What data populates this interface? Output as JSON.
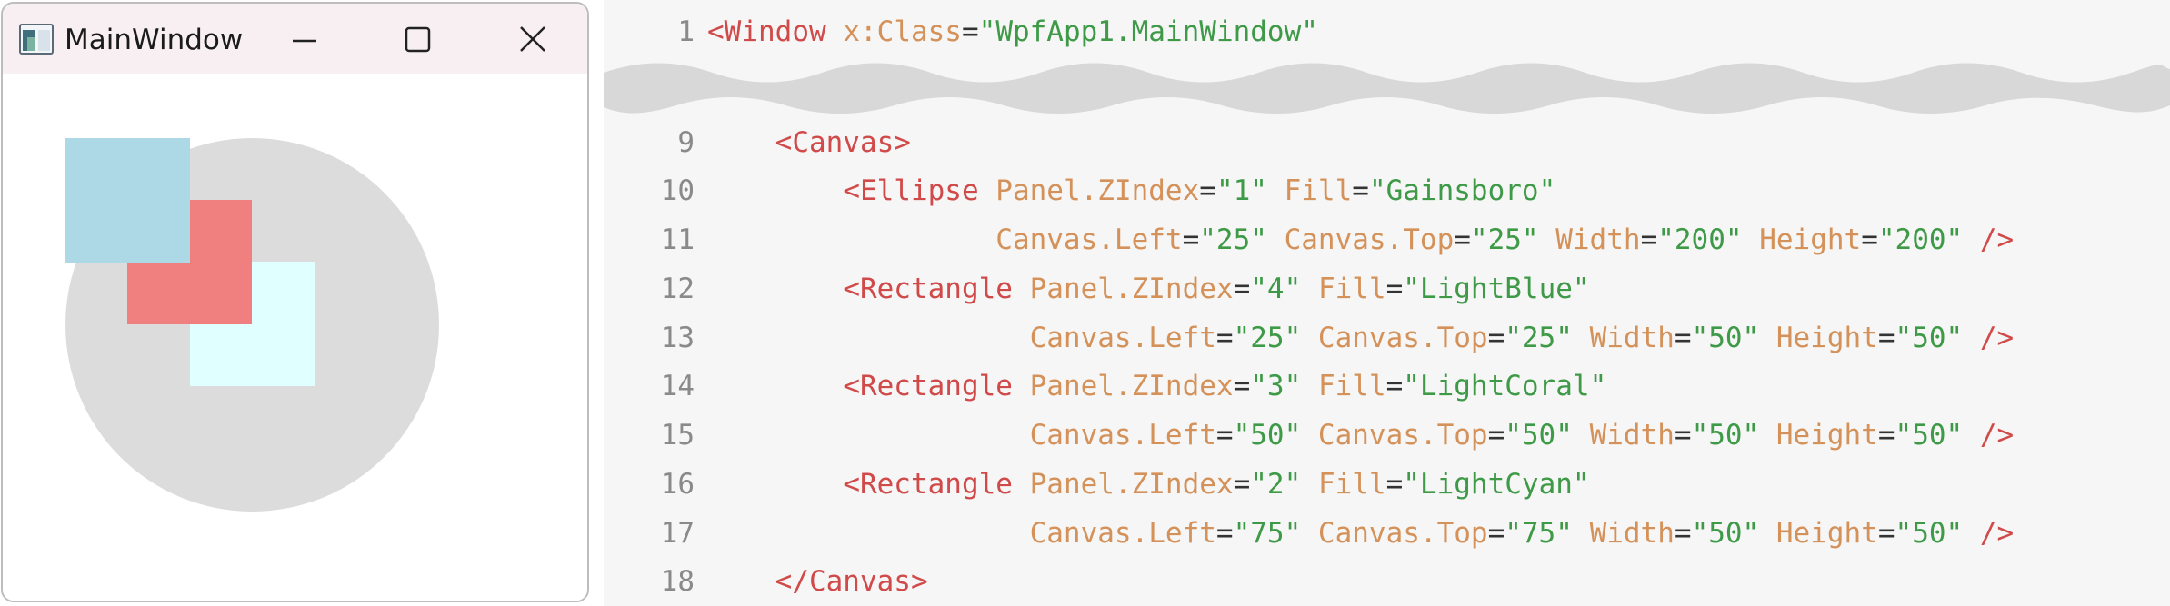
{
  "window": {
    "title": "MainWindow",
    "icon": "wpf-app-icon",
    "controls": {
      "minimize": "minimize-icon",
      "maximize": "maximize-icon",
      "close": "close-icon"
    }
  },
  "canvas": {
    "shapes": [
      {
        "kind": "ellipse",
        "fill": "#DCDCDC",
        "fill_name": "Gainsboro",
        "z_index": 1
      },
      {
        "kind": "rectangle",
        "fill": "#ADD8E6",
        "fill_name": "LightBlue",
        "z_index": 4
      },
      {
        "kind": "rectangle",
        "fill": "#F08080",
        "fill_name": "LightCoral",
        "z_index": 3
      },
      {
        "kind": "rectangle",
        "fill": "#E0FFFF",
        "fill_name": "LightCyan",
        "z_index": 2
      }
    ]
  },
  "code": {
    "colors": {
      "tag": "#d14a4a",
      "attribute": "#d4925a",
      "value": "#3f9a48",
      "line_number": "#8a8a8a"
    },
    "lines": [
      {
        "n": "1",
        "parts": [
          [
            "tag",
            "<Window"
          ],
          [
            "plain",
            " "
          ],
          [
            "att",
            "x:Class"
          ],
          [
            "eq",
            "="
          ],
          [
            "val",
            "\"WpfApp1.MainWindow\""
          ]
        ]
      },
      {
        "n": "9",
        "parts": [
          [
            "plain",
            "    "
          ],
          [
            "tag",
            "<Canvas>"
          ]
        ]
      },
      {
        "n": "10",
        "parts": [
          [
            "plain",
            "        "
          ],
          [
            "tag",
            "<Ellipse"
          ],
          [
            "plain",
            " "
          ],
          [
            "att",
            "Panel.ZIndex"
          ],
          [
            "eq",
            "="
          ],
          [
            "val",
            "\"1\""
          ],
          [
            "plain",
            " "
          ],
          [
            "att",
            "Fill"
          ],
          [
            "eq",
            "="
          ],
          [
            "val",
            "\"Gainsboro\""
          ]
        ]
      },
      {
        "n": "11",
        "parts": [
          [
            "plain",
            "                 "
          ],
          [
            "att",
            "Canvas.Left"
          ],
          [
            "eq",
            "="
          ],
          [
            "val",
            "\"25\""
          ],
          [
            "plain",
            " "
          ],
          [
            "att",
            "Canvas.Top"
          ],
          [
            "eq",
            "="
          ],
          [
            "val",
            "\"25\""
          ],
          [
            "plain",
            " "
          ],
          [
            "att",
            "Width"
          ],
          [
            "eq",
            "="
          ],
          [
            "val",
            "\"200\""
          ],
          [
            "plain",
            " "
          ],
          [
            "att",
            "Height"
          ],
          [
            "eq",
            "="
          ],
          [
            "val",
            "\"200\""
          ],
          [
            "plain",
            " "
          ],
          [
            "tag",
            "/>"
          ]
        ]
      },
      {
        "n": "12",
        "parts": [
          [
            "plain",
            "        "
          ],
          [
            "tag",
            "<Rectangle"
          ],
          [
            "plain",
            " "
          ],
          [
            "att",
            "Panel.ZIndex"
          ],
          [
            "eq",
            "="
          ],
          [
            "val",
            "\"4\""
          ],
          [
            "plain",
            " "
          ],
          [
            "att",
            "Fill"
          ],
          [
            "eq",
            "="
          ],
          [
            "val",
            "\"LightBlue\""
          ]
        ]
      },
      {
        "n": "13",
        "parts": [
          [
            "plain",
            "                   "
          ],
          [
            "att",
            "Canvas.Left"
          ],
          [
            "eq",
            "="
          ],
          [
            "val",
            "\"25\""
          ],
          [
            "plain",
            " "
          ],
          [
            "att",
            "Canvas.Top"
          ],
          [
            "eq",
            "="
          ],
          [
            "val",
            "\"25\""
          ],
          [
            "plain",
            " "
          ],
          [
            "att",
            "Width"
          ],
          [
            "eq",
            "="
          ],
          [
            "val",
            "\"50\""
          ],
          [
            "plain",
            " "
          ],
          [
            "att",
            "Height"
          ],
          [
            "eq",
            "="
          ],
          [
            "val",
            "\"50\""
          ],
          [
            "plain",
            " "
          ],
          [
            "tag",
            "/>"
          ]
        ]
      },
      {
        "n": "14",
        "parts": [
          [
            "plain",
            "        "
          ],
          [
            "tag",
            "<Rectangle"
          ],
          [
            "plain",
            " "
          ],
          [
            "att",
            "Panel.ZIndex"
          ],
          [
            "eq",
            "="
          ],
          [
            "val",
            "\"3\""
          ],
          [
            "plain",
            " "
          ],
          [
            "att",
            "Fill"
          ],
          [
            "eq",
            "="
          ],
          [
            "val",
            "\"LightCoral\""
          ]
        ]
      },
      {
        "n": "15",
        "parts": [
          [
            "plain",
            "                   "
          ],
          [
            "att",
            "Canvas.Left"
          ],
          [
            "eq",
            "="
          ],
          [
            "val",
            "\"50\""
          ],
          [
            "plain",
            " "
          ],
          [
            "att",
            "Canvas.Top"
          ],
          [
            "eq",
            "="
          ],
          [
            "val",
            "\"50\""
          ],
          [
            "plain",
            " "
          ],
          [
            "att",
            "Width"
          ],
          [
            "eq",
            "="
          ],
          [
            "val",
            "\"50\""
          ],
          [
            "plain",
            " "
          ],
          [
            "att",
            "Height"
          ],
          [
            "eq",
            "="
          ],
          [
            "val",
            "\"50\""
          ],
          [
            "plain",
            " "
          ],
          [
            "tag",
            "/>"
          ]
        ]
      },
      {
        "n": "16",
        "parts": [
          [
            "plain",
            "        "
          ],
          [
            "tag",
            "<Rectangle"
          ],
          [
            "plain",
            " "
          ],
          [
            "att",
            "Panel.ZIndex"
          ],
          [
            "eq",
            "="
          ],
          [
            "val",
            "\"2\""
          ],
          [
            "plain",
            " "
          ],
          [
            "att",
            "Fill"
          ],
          [
            "eq",
            "="
          ],
          [
            "val",
            "\"LightCyan\""
          ]
        ]
      },
      {
        "n": "17",
        "parts": [
          [
            "plain",
            "                   "
          ],
          [
            "att",
            "Canvas.Left"
          ],
          [
            "eq",
            "="
          ],
          [
            "val",
            "\"75\""
          ],
          [
            "plain",
            " "
          ],
          [
            "att",
            "Canvas.Top"
          ],
          [
            "eq",
            "="
          ],
          [
            "val",
            "\"75\""
          ],
          [
            "plain",
            " "
          ],
          [
            "att",
            "Width"
          ],
          [
            "eq",
            "="
          ],
          [
            "val",
            "\"50\""
          ],
          [
            "plain",
            " "
          ],
          [
            "att",
            "Height"
          ],
          [
            "eq",
            "="
          ],
          [
            "val",
            "\"50\""
          ],
          [
            "plain",
            " "
          ],
          [
            "tag",
            "/>"
          ]
        ]
      },
      {
        "n": "18",
        "parts": [
          [
            "plain",
            "    "
          ],
          [
            "tag",
            "</Canvas>"
          ]
        ]
      }
    ]
  }
}
